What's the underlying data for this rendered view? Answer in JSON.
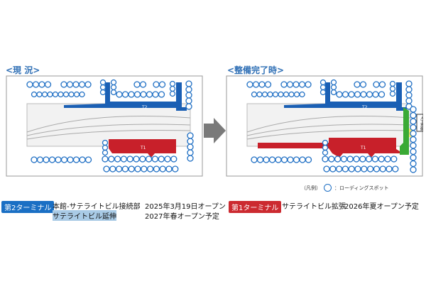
{
  "panels": {
    "current": {
      "title": "<現 況>",
      "t1_label": "T1",
      "t2_label": "T2"
    },
    "after": {
      "title": "<整備完了時>",
      "t1_label": "T1",
      "t2_label": "T2",
      "side_label": "人工島側"
    }
  },
  "legend": {
    "prefix": "（凡例）",
    "label": "：ローディングスポット"
  },
  "terminal2": {
    "badge": "第2ターミナル",
    "item1": "本館-サテライトビル接続部",
    "date1": "2025年3月19日オープン",
    "item2": "サテライトビル延伸",
    "date2": "2027年春オープン予定"
  },
  "terminal1": {
    "badge": "第1ターミナル",
    "item1": "サテライトビル拡張",
    "date1": "2026年夏オープン予定"
  },
  "colors": {
    "t2": "#1a5fb4",
    "t1": "#c8202a",
    "extension": "#3aaa35",
    "spot": "#1f6fc4",
    "badge_t2": "#1a6fc4",
    "badge_t1": "#cc2a30"
  }
}
